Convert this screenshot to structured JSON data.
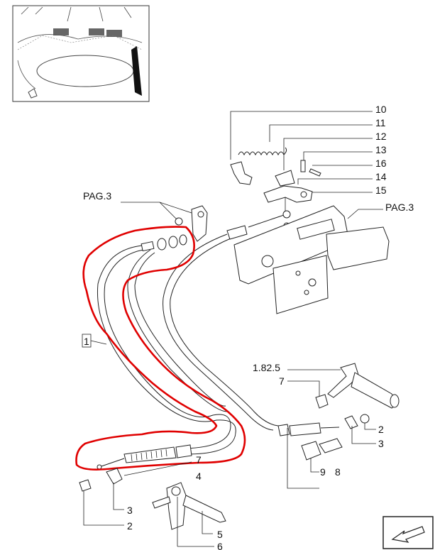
{
  "callouts": {
    "c10": "10",
    "c11": "11",
    "c12": "12",
    "c13": "13",
    "c16": "16",
    "c14": "14",
    "c15": "15",
    "pag_left": "PAG.3",
    "pag_right": "PAG.3",
    "c1": "1",
    "ref_1825": "1.82.5",
    "c7_right": "7",
    "c2_right": "2",
    "c3_right": "3",
    "c9": "9",
    "c8": "8",
    "c7_bottom": "7",
    "c4": "4",
    "c3_left": "3",
    "c2_left": "2",
    "c5": "5",
    "c6": "6"
  },
  "icons": {
    "inset": "tractor-cab-floor-inset",
    "nav": "next-page-arrow-icon"
  },
  "colors": {
    "highlight": "#e00000",
    "line": "#222222"
  }
}
